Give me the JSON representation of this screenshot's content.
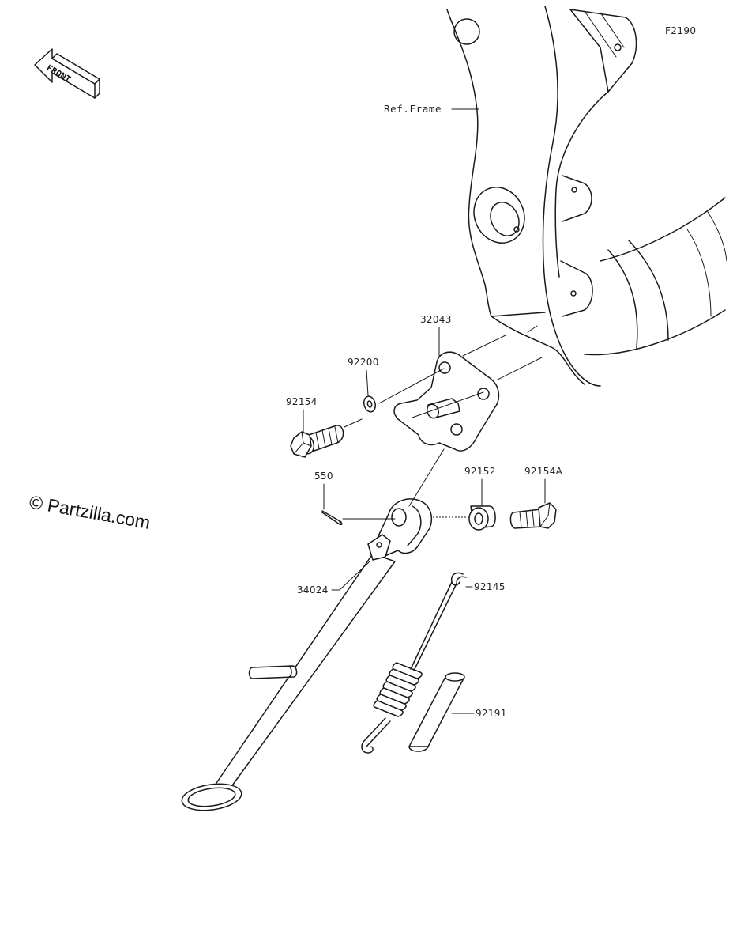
{
  "figure_code": "F2190",
  "front_arrow": {
    "text": "FRONT",
    "icon": "front-direction-arrow-icon"
  },
  "reference_label": "Ref.Frame",
  "watermark": "© Partzilla.com",
  "colors": {
    "line": "#1a1a1a",
    "background": "#ffffff"
  },
  "parts": [
    {
      "number": "32043",
      "part": "side-stand-bracket"
    },
    {
      "number": "92200",
      "part": "washer"
    },
    {
      "number": "92154",
      "part": "flange-bolt"
    },
    {
      "number": "550",
      "part": "cotter-pin"
    },
    {
      "number": "92152",
      "part": "collar"
    },
    {
      "number": "92154A",
      "part": "pivot-bolt"
    },
    {
      "number": "34024",
      "part": "side-stand"
    },
    {
      "number": "92145",
      "part": "spring"
    },
    {
      "number": "92191",
      "part": "tube"
    }
  ]
}
